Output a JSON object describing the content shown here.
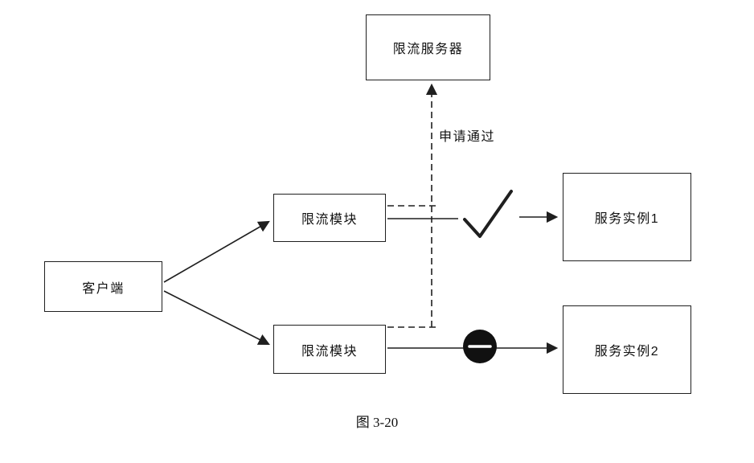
{
  "diagram": {
    "nodes": {
      "server": {
        "label": "限流服务器"
      },
      "client": {
        "label": "客户端"
      },
      "module_top": {
        "label": "限流模块"
      },
      "module_bottom": {
        "label": "限流模块"
      },
      "instance1": {
        "label": "服务实例1"
      },
      "instance2": {
        "label": "服务实例2"
      }
    },
    "labels": {
      "request_pass": "申请通过"
    },
    "icons": {
      "allow": "checkmark",
      "deny": "minus-in-filled-circle"
    },
    "colors": {
      "line": "#1f1f1f",
      "background": "#ffffff",
      "deny_fill": "#111111",
      "deny_dash": "#ffffff"
    },
    "caption": "图 3-20"
  }
}
